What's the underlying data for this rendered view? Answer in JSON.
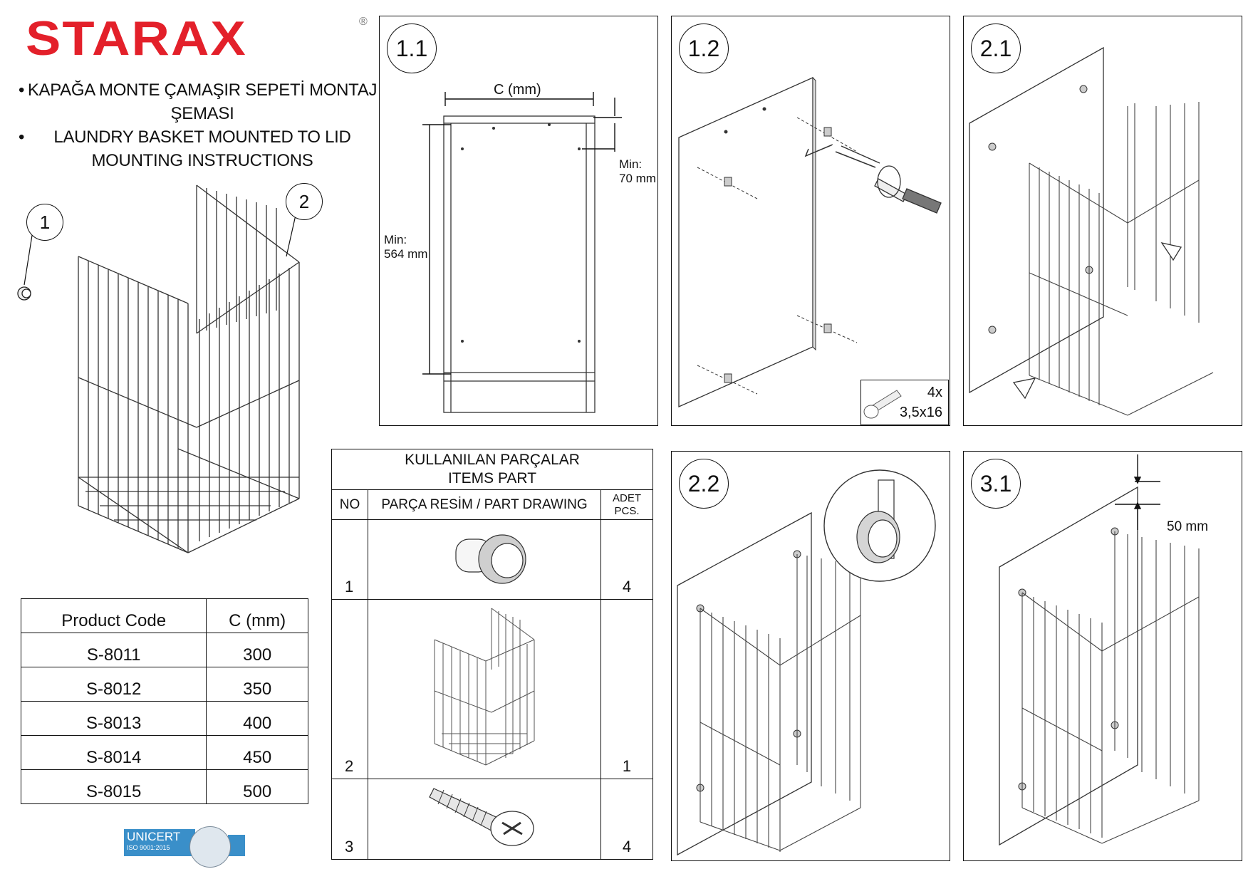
{
  "brand": {
    "logo_text": "STARAX",
    "registered": "®"
  },
  "titles": [
    "KAPAĞA MONTE ÇAMAŞIR SEPETİ MONTAJ ŞEMASI",
    "LAUNDRY BASKET MOUNTED TO LID MOUNTING INSTRUCTIONS"
  ],
  "callouts": {
    "one": "1",
    "two": "2"
  },
  "product_table": {
    "headers": [
      "Product Code",
      "C (mm)"
    ],
    "rows": [
      {
        "code": "S-8011",
        "c": "300"
      },
      {
        "code": "S-8012",
        "c": "350"
      },
      {
        "code": "S-8013",
        "c": "400"
      },
      {
        "code": "S-8014",
        "c": "450"
      },
      {
        "code": "S-8015",
        "c": "500"
      }
    ]
  },
  "parts_table": {
    "title_line1": "KULLANILAN PARÇALAR",
    "title_line2": "ITEMS PART",
    "col_no": "NO",
    "col_drawing": "PARÇA RESİM  / PART DRAWING",
    "col_pcs_line1": "ADET",
    "col_pcs_line2": "PCS.",
    "rows": [
      {
        "no": "1",
        "pcs": "4"
      },
      {
        "no": "2",
        "pcs": "1"
      },
      {
        "no": "3",
        "pcs": "4"
      }
    ]
  },
  "steps": {
    "s11": {
      "label": "1.1",
      "dim_c": "C (mm)",
      "min_top_1": "Min:",
      "min_top_2": "70 mm",
      "min_side_1": "Min:",
      "min_side_2": "564 mm"
    },
    "s12": {
      "label": "1.2",
      "screw_qty": "4x",
      "screw_size": "3,5x16"
    },
    "s21": {
      "label": "2.1"
    },
    "s22": {
      "label": "2.2"
    },
    "s31": {
      "label": "3.1",
      "offset": "50 mm"
    }
  },
  "certification": {
    "name": "UNICERT",
    "standard": "ISO 9001:2015"
  }
}
